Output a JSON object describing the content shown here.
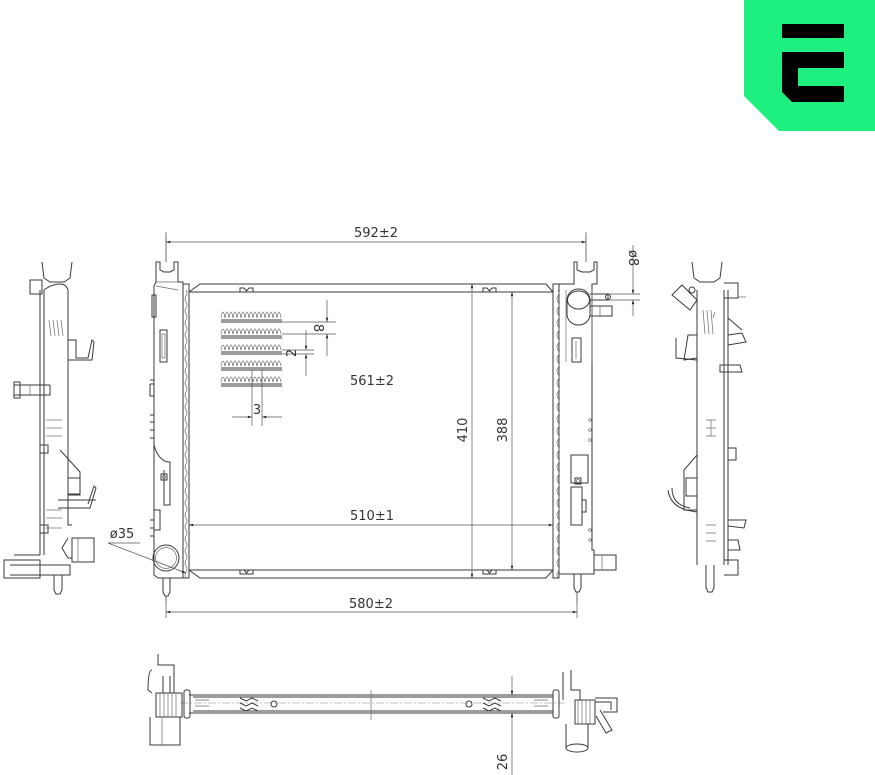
{
  "logo": {
    "name": "brand-logo",
    "background_color": "#1ef07f",
    "glyph_color": "#000000",
    "glyph": "stylized E"
  },
  "drawing": {
    "subject": "radiator technical drawing",
    "views": [
      "left-side-view",
      "front-view",
      "right-side-view",
      "bottom-view"
    ],
    "line_color": "#3a3a3a",
    "background": "#ffffff"
  },
  "dimensions": {
    "overall_width": "592±2",
    "pin_diameter": "ø8",
    "core_width": "561±2",
    "fin_pitch": "8",
    "fin_gap": "2",
    "tube_width": "3",
    "overall_height": "410",
    "core_height": "388",
    "inner_width": "510±1",
    "outlet_diameter": "ø35",
    "mount_spacing": "580±2",
    "core_depth": "26"
  }
}
